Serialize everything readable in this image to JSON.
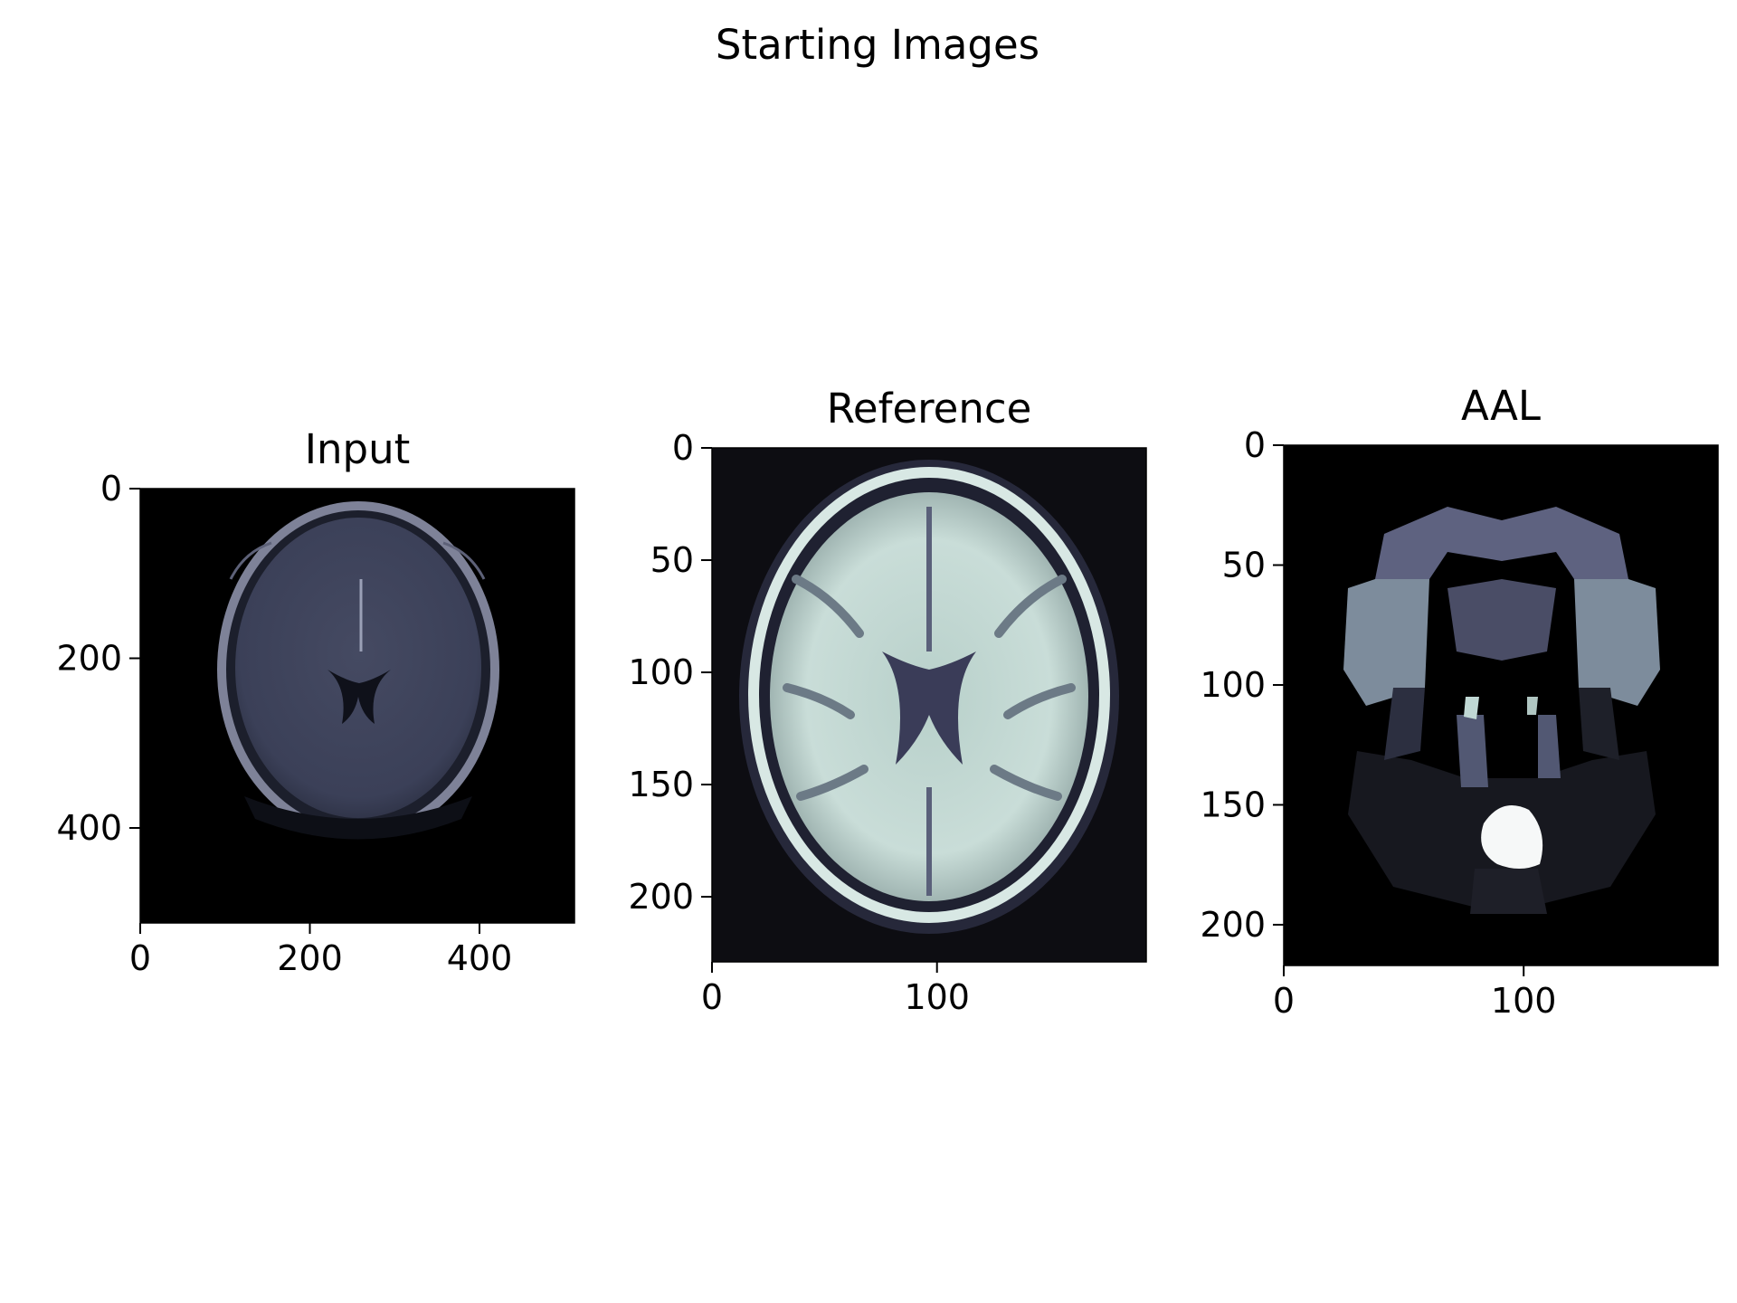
{
  "figure": {
    "suptitle": "Starting Images"
  },
  "chart_data": [
    {
      "type": "image",
      "title": "Input",
      "xlim": [
        0,
        512
      ],
      "ylim": [
        512,
        0
      ],
      "xticks": [
        0,
        200,
        400
      ],
      "yticks": [
        0,
        200,
        400
      ],
      "image": {
        "kind": "mri-t1-slice",
        "colormap": "bone",
        "background": "#000000"
      }
    },
    {
      "type": "image",
      "title": "Reference",
      "xlim": [
        0,
        193
      ],
      "ylim": [
        229,
        0
      ],
      "xticks": [
        0,
        100
      ],
      "yticks": [
        0,
        50,
        100,
        150,
        200
      ],
      "image": {
        "kind": "mni-template-slice",
        "colormap": "bone",
        "background": "#0d0d12"
      }
    },
    {
      "type": "image",
      "title": "AAL",
      "xlim": [
        0,
        181
      ],
      "ylim": [
        217,
        0
      ],
      "xticks": [
        0,
        100
      ],
      "yticks": [
        0,
        50,
        100,
        150,
        200
      ],
      "image": {
        "kind": "atlas-label-map",
        "colormap": "bone",
        "background": "#000000"
      }
    }
  ]
}
